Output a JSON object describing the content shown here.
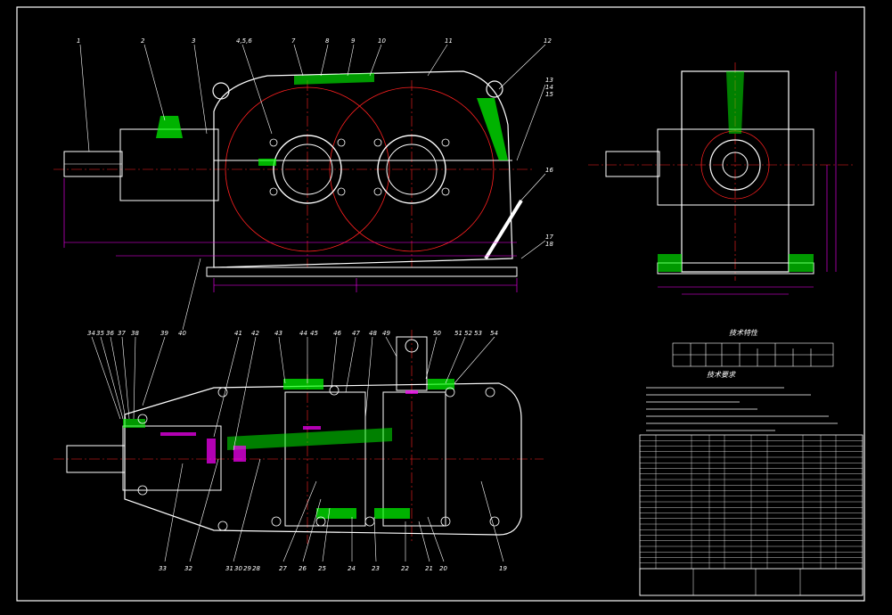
{
  "drawing": {
    "tech_spec_title": "技术特性",
    "tech_req_title": "技术要求",
    "front_callouts": [
      "1",
      "2",
      "3",
      "4,5,6",
      "7",
      "8",
      "9",
      "10",
      "11",
      "12",
      "13",
      "14",
      "15",
      "16",
      "17",
      "18"
    ],
    "plan_callouts": [
      "34",
      "35",
      "36",
      "37",
      "38",
      "39",
      "40",
      "41",
      "42",
      "43",
      "44",
      "45",
      "46",
      "47",
      "48",
      "49",
      "50",
      "51",
      "52",
      "53",
      "54"
    ],
    "bottom_callouts": [
      "33",
      "32",
      "31",
      "30",
      "29",
      "28",
      "27",
      "26",
      "25",
      "24",
      "23",
      "22",
      "21",
      "20",
      "19"
    ],
    "colors": {
      "outline": "#ffffff",
      "hatch": "#00ff00",
      "dimension": "#ff00ff",
      "centerline": "#ff2020",
      "detail": "#ffff00",
      "border": "#ffffff"
    }
  }
}
